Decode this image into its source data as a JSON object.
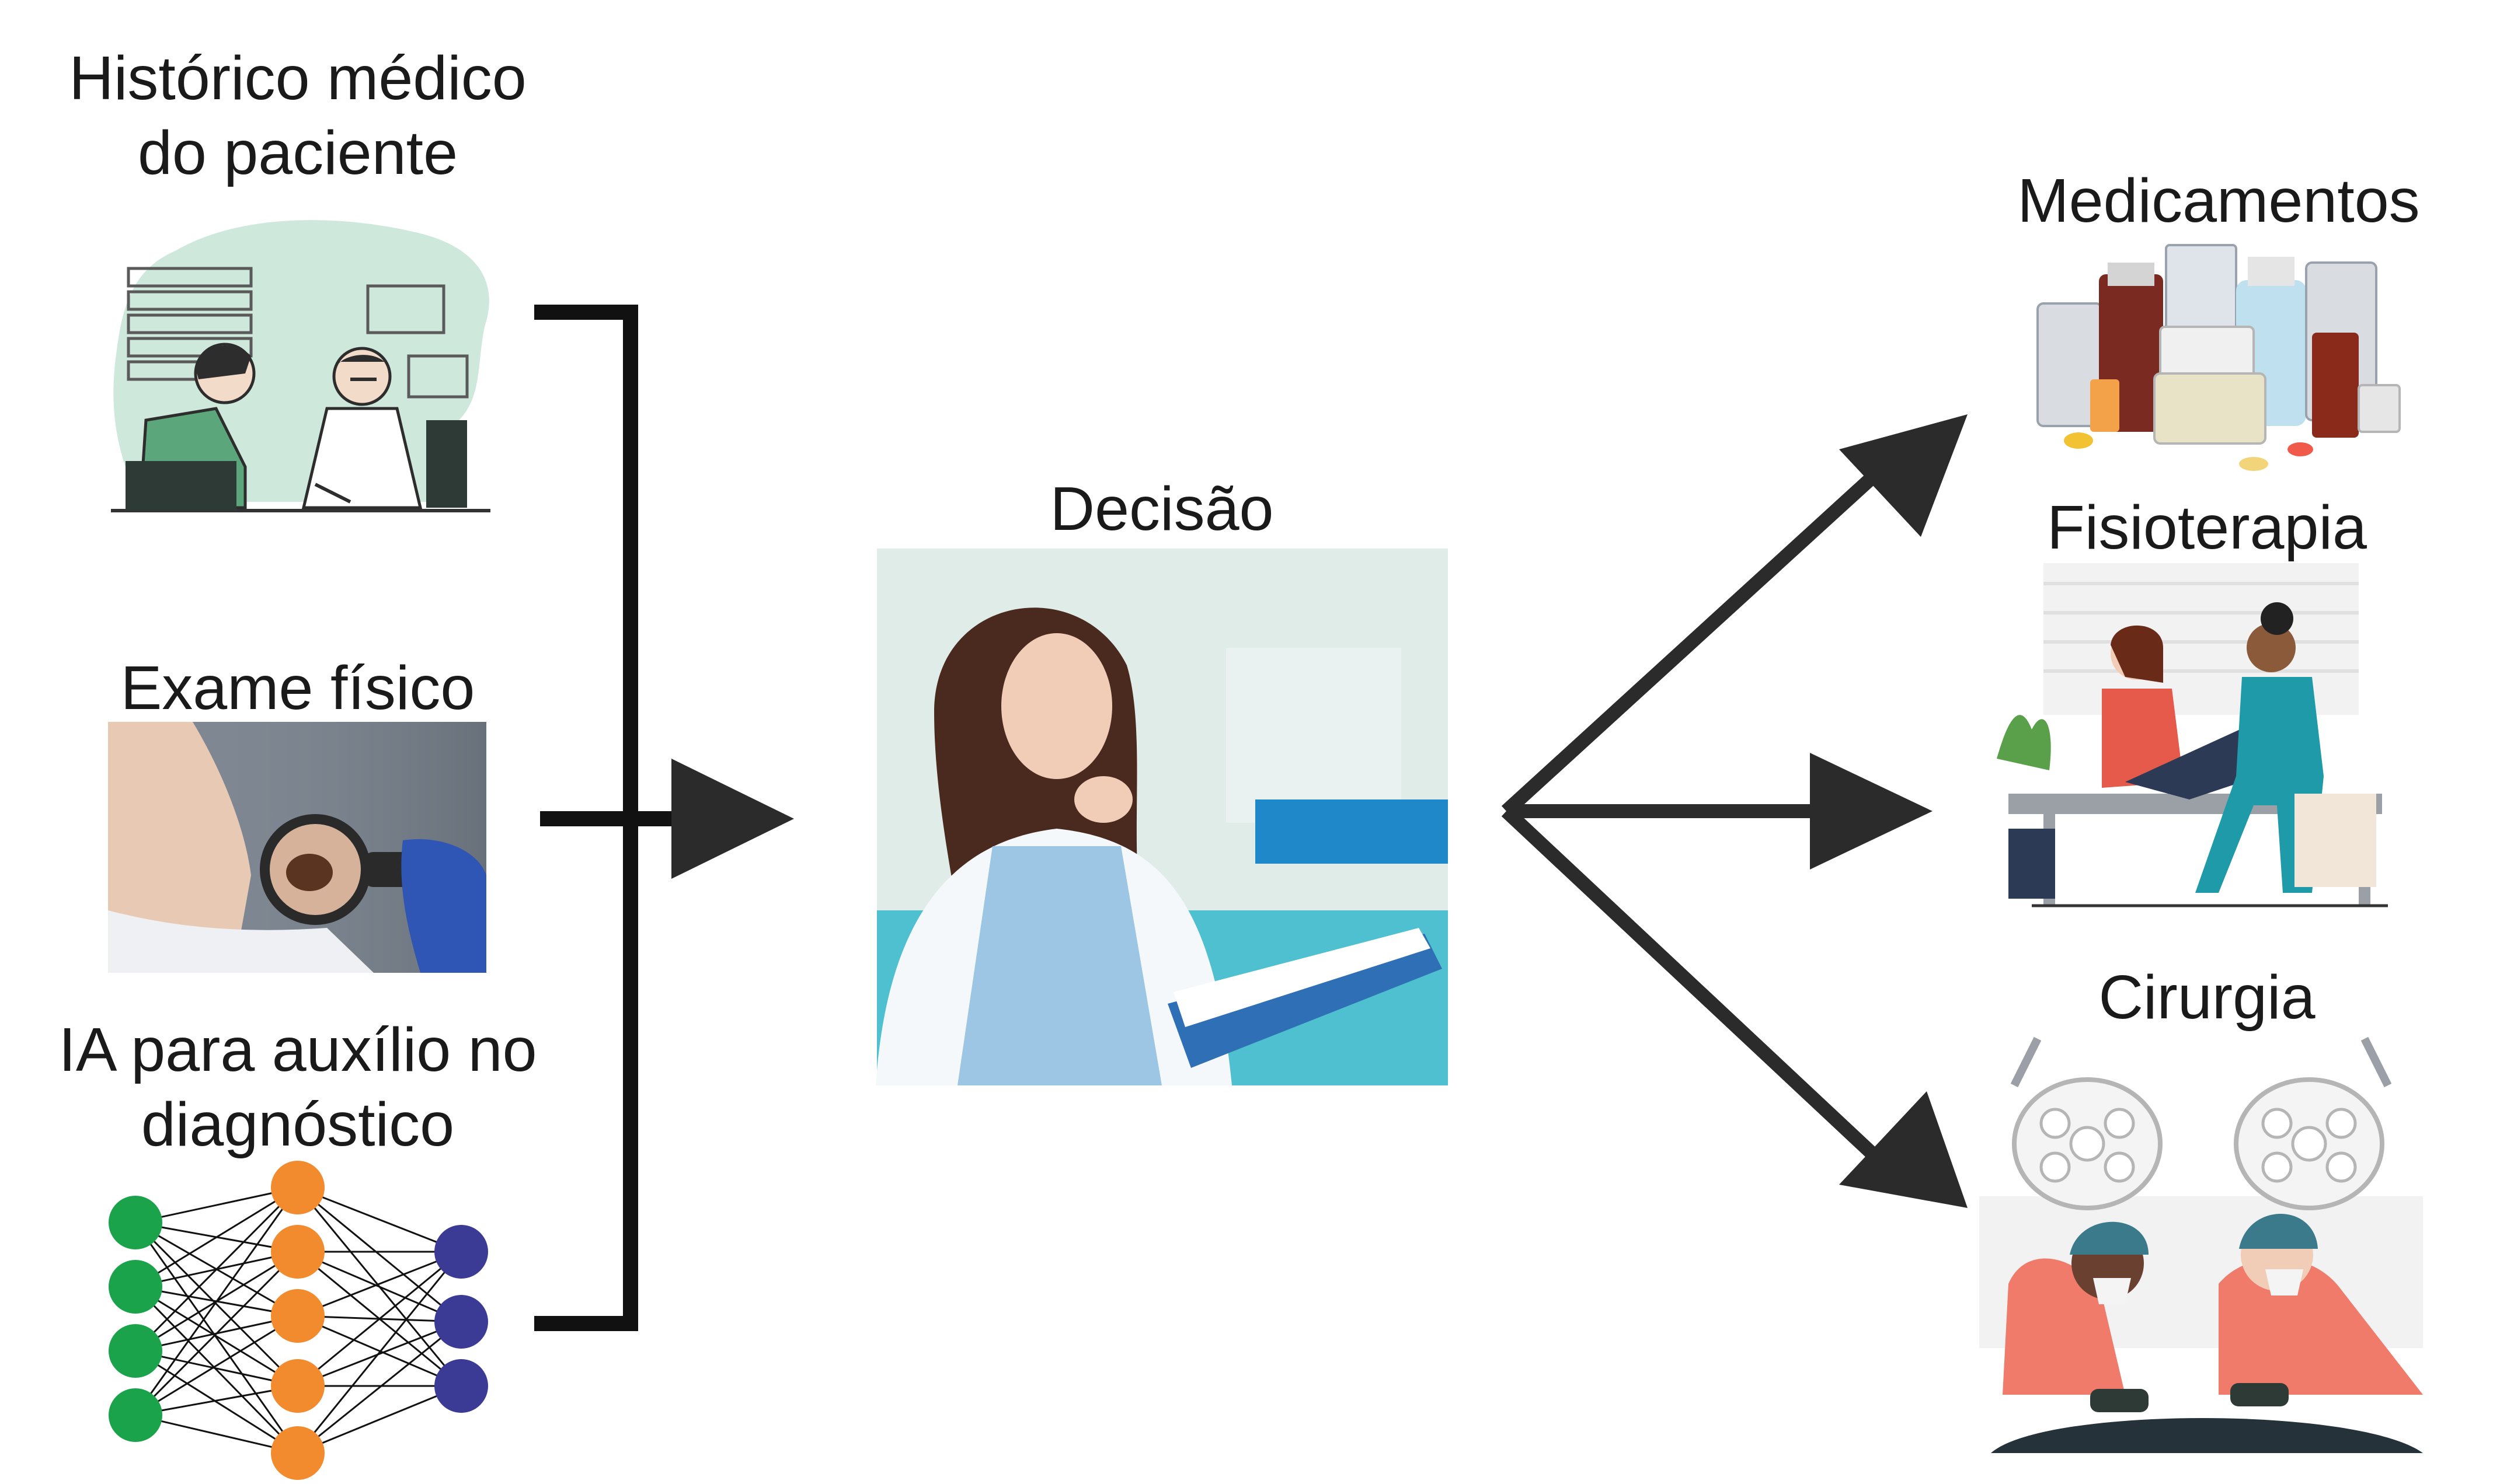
{
  "inputs": {
    "history_label_line1": "Histórico médico",
    "history_label_line2": "do paciente",
    "exam_label": "Exame físico",
    "ai_label_line1": "IA para auxílio no",
    "ai_label_line2": "diagnóstico"
  },
  "center": {
    "decision_label": "Decisão"
  },
  "outputs": {
    "medications_label": "Medicamentos",
    "physio_label": "Fisioterapia",
    "surgery_label": "Cirurgia"
  },
  "colors": {
    "arrow": "#2b2b2b",
    "bracket": "#111111",
    "nn_input": "#1aa34a",
    "nn_hidden": "#f28a2e",
    "nn_output": "#3b3a94",
    "accent_green": "#cfe8dc",
    "scrubs_red": "#f07b6a",
    "scrubs_teal": "#1e9aa8"
  }
}
